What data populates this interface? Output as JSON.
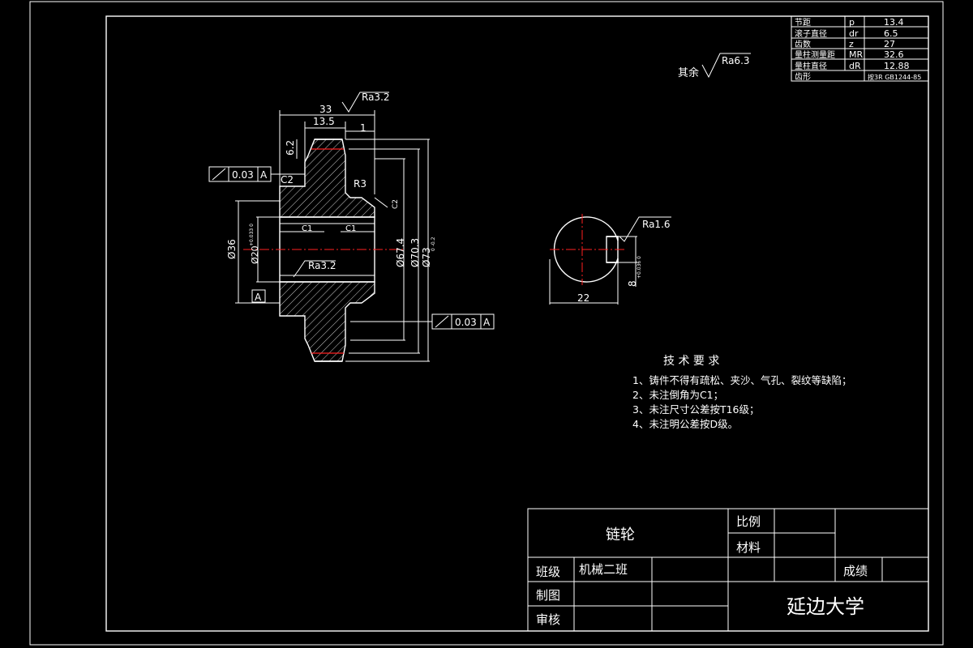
{
  "param_table": {
    "rows": [
      {
        "name": "节距",
        "sym": "p",
        "val": "13.4"
      },
      {
        "name": "滚子直径",
        "sym": "dr",
        "val": "6.5"
      },
      {
        "name": "齿数",
        "sym": "z",
        "val": "27"
      },
      {
        "name": "量柱测量距",
        "sym": "MR",
        "val": "32.6"
      },
      {
        "name": "量柱直径",
        "sym": "dR",
        "val": "12.88"
      },
      {
        "name": "齿形",
        "sym": "",
        "val": "按3R GB1244-85"
      }
    ]
  },
  "roughness": {
    "rest_label": "其余",
    "rest_value": "Ra6.3",
    "top_face": "Ra3.2",
    "bore": "Ra3.2",
    "keyway": "Ra1.6"
  },
  "dims": {
    "width_total": "33",
    "width_teeth": "13.5",
    "offset": "1",
    "tooth_h": "6.2",
    "chamfer_left": "C2",
    "chamfer_right": "C2",
    "radius": "R3",
    "inner_chamfer_1": "C1",
    "inner_chamfer_2": "C1",
    "hub_dia": "Ø36",
    "bore_dia": "Ø20",
    "bore_tol": "+0.033 0",
    "d1": "Ø67.4",
    "d2": "Ø70.3",
    "d3": "Ø73",
    "d3_tol": "0 -0.2",
    "key_width": "22",
    "key_depth": "8",
    "key_tol": "+0.036 0"
  },
  "tolerance_frames": [
    {
      "symbol": "↗",
      "value": "0.03",
      "datum": "A"
    },
    {
      "symbol": "↗",
      "value": "0.03",
      "datum": "A"
    }
  ],
  "datum_label": "A",
  "tech_req": {
    "title": "技 术 要 求",
    "items": [
      "1、铸件不得有疏松、夹沙、气孔、裂纹等缺陷；",
      "2、未注倒角为C1；",
      "3、未注尺寸公差按T16级；",
      "4、未注明公差按D级。"
    ]
  },
  "title_block": {
    "part_name": "链轮",
    "scale_label": "比例",
    "material_label": "材料",
    "class_label": "班级",
    "class_value": "机械二班",
    "score_label": "成绩",
    "drawn_label": "制图",
    "check_label": "审核",
    "school": "延边大学"
  }
}
